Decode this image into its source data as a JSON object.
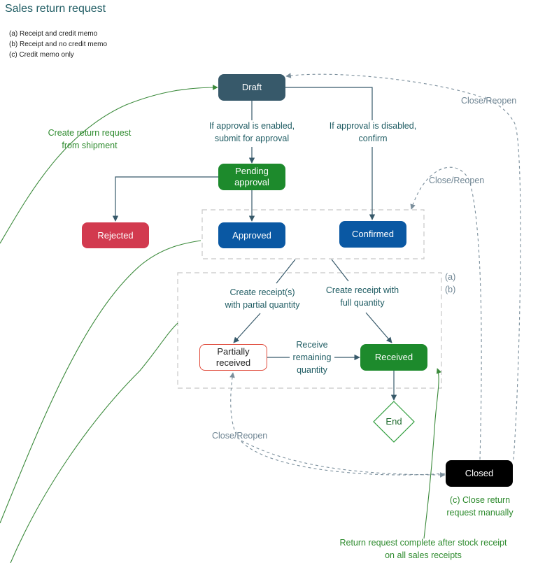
{
  "title": "Sales return request",
  "legend": [
    "(a) Receipt and credit memo",
    "(b) Receipt and no credit memo",
    "(c) Credit memo only"
  ],
  "group_labels": [
    "(a)",
    "(b)"
  ],
  "nodes": {
    "draft": "Draft",
    "pending": "Pending approval",
    "rejected": "Rejected",
    "approved": "Approved",
    "confirmed": "Confirmed",
    "partially_received": "Partially received",
    "received": "Received",
    "end": "End",
    "closed": "Closed"
  },
  "edge_labels": {
    "create_from_shipment": "Create return request from shipment",
    "approval_enabled": "If approval is enabled, submit for approval",
    "approval_disabled": "If approval is disabled, confirm",
    "close_reopen_draft": "Close/Reopen",
    "close_reopen_approved": "Close/Reopen",
    "receipt_partial": "Create receipt(s) with partial quantity",
    "receipt_full": "Create receipt with full quantity",
    "receive_remaining": "Receive remaining quantity",
    "close_reopen_partial": "Close/Reopen",
    "close_manually": "(c) Close return request manually",
    "complete_after_receipt": "Return request complete after stock receipt on all sales receipts"
  },
  "colors": {
    "draft": "#37596a",
    "pending": "#1d8a2c",
    "rejected": "#d23a4f",
    "approved": "#0a58a3",
    "confirmed": "#0a58a3",
    "received": "#1d8a2c",
    "closed": "#000000",
    "partial_border": "#e04a3a",
    "end_border": "#2e9e3c",
    "solid_arrow": "#37596a",
    "dashed_arrow": "#7a8e9b",
    "green_line": "#3b8a3b"
  }
}
